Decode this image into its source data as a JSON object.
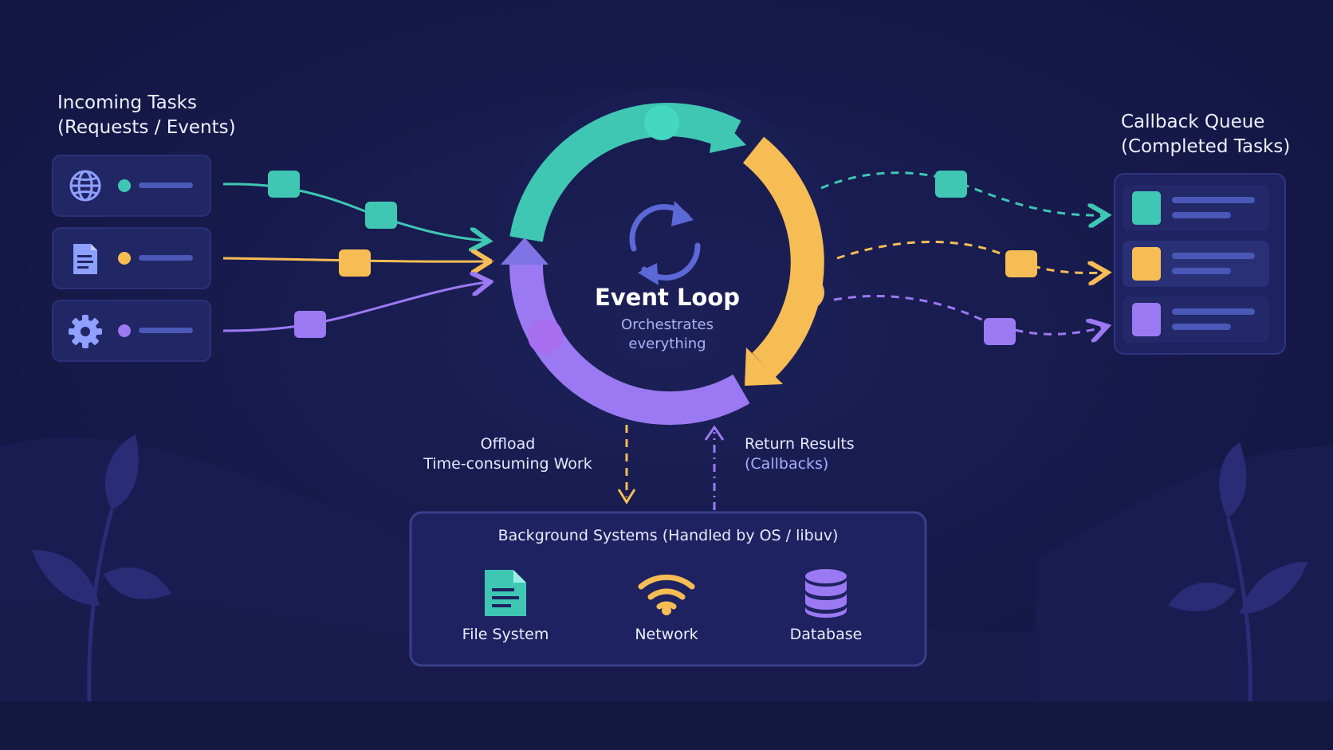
{
  "incoming": {
    "title_line1": "Incoming Tasks",
    "title_line2": "(Requests / Events)",
    "items": [
      {
        "icon": "globe-icon",
        "color": "#3fc7b4"
      },
      {
        "icon": "document-icon",
        "color": "#f7bd55"
      },
      {
        "icon": "gear-icon",
        "color": "#9b79f2"
      }
    ]
  },
  "event_loop": {
    "title": "Event Loop",
    "subtitle_line1": "Orchestrates",
    "subtitle_line2": "everything",
    "center_icon": "refresh-icon",
    "segment_colors": [
      "#3fc7b4",
      "#f7bd55",
      "#9b79f2"
    ]
  },
  "callback_queue": {
    "title_line1": "Callback Queue",
    "title_line2": "(Completed Tasks)",
    "items": [
      {
        "color": "#3fc7b4"
      },
      {
        "color": "#f7bd55"
      },
      {
        "color": "#9b79f2"
      }
    ]
  },
  "offload": {
    "line1": "Offload",
    "line2": "Time-consuming Work"
  },
  "return_results": {
    "line1": "Return Results",
    "line2": "(Callbacks)"
  },
  "background": {
    "title": "Background Systems (Handled by OS / libuv)",
    "systems": [
      {
        "label": "File System",
        "icon": "file-icon",
        "color": "#3fc7b4"
      },
      {
        "label": "Network",
        "icon": "wifi-icon",
        "color": "#f7bd55"
      },
      {
        "label": "Database",
        "icon": "database-icon",
        "color": "#9b79f2"
      }
    ]
  }
}
